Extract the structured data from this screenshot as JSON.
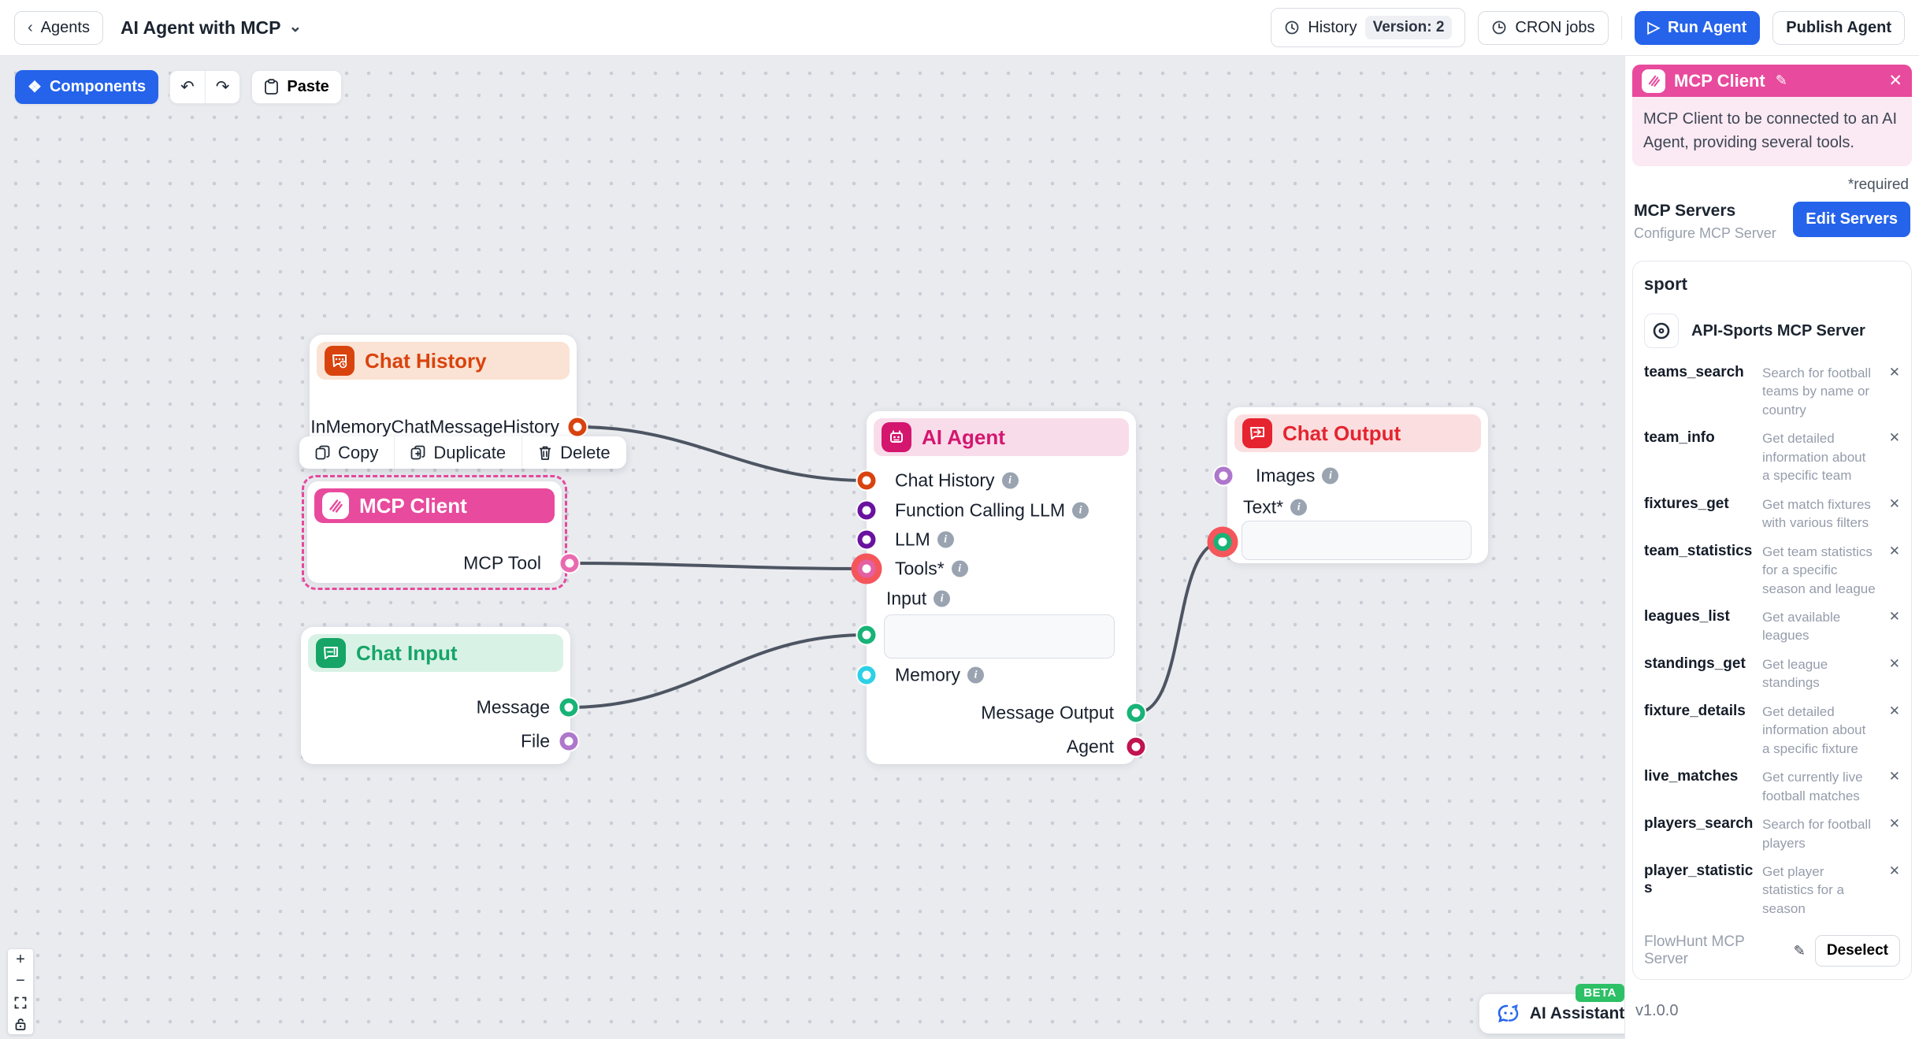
{
  "header": {
    "back_label": "Agents",
    "title": "AI Agent with MCP",
    "history_label": "History",
    "version_label": "Version: 2",
    "cron_label": "CRON jobs",
    "run_label": "Run Agent",
    "publish_label": "Publish Agent"
  },
  "toolbar": {
    "components_label": "Components",
    "paste_label": "Paste"
  },
  "context_menu": {
    "copy": "Copy",
    "duplicate": "Duplicate",
    "delete": "Delete"
  },
  "nodes": {
    "chat_history": {
      "title": "Chat History",
      "output": "InMemoryChatMessageHistory"
    },
    "mcp_client": {
      "title": "MCP Client",
      "output": "MCP Tool"
    },
    "chat_input": {
      "title": "Chat Input",
      "outputs": {
        "message": "Message",
        "file": "File"
      }
    },
    "ai_agent": {
      "title": "AI Agent",
      "inputs": {
        "chat_history": "Chat History",
        "function_calling_llm": "Function Calling LLM",
        "llm": "LLM",
        "tools": "Tools*",
        "input": "Input",
        "memory": "Memory"
      },
      "outputs": {
        "message_output": "Message Output",
        "agent": "Agent"
      }
    },
    "chat_output": {
      "title": "Chat Output",
      "inputs": {
        "images": "Images",
        "text": "Text*"
      }
    }
  },
  "sidebar": {
    "title": "MCP Client",
    "description": "MCP Client to be connected to an AI Agent, providing several tools.",
    "required_note": "*required",
    "servers_label": "MCP Servers",
    "servers_sub": "Configure MCP Server",
    "edit_servers_label": "Edit Servers",
    "group_label": "sport",
    "server_name": "API-Sports MCP Server",
    "tools": [
      {
        "name": "teams_search",
        "desc": "Search for football teams by name or country"
      },
      {
        "name": "team_info",
        "desc": "Get detailed information about a specific team"
      },
      {
        "name": "fixtures_get",
        "desc": "Get match fixtures with various filters"
      },
      {
        "name": "team_statistics",
        "desc": "Get team statistics for a specific season and league"
      },
      {
        "name": "leagues_list",
        "desc": "Get available leagues"
      },
      {
        "name": "standings_get",
        "desc": "Get league standings"
      },
      {
        "name": "fixture_details",
        "desc": "Get detailed information about a specific fixture"
      },
      {
        "name": "live_matches",
        "desc": "Get currently live football matches"
      },
      {
        "name": "players_search",
        "desc": "Search for football players"
      },
      {
        "name": "player_statistics",
        "desc": "Get player statistics for a season"
      }
    ],
    "footer_server": "FlowHunt MCP Server",
    "deselect_label": "Deselect",
    "version": "v1.0.0"
  },
  "assistant": {
    "label": "AI Assistant",
    "beta": "BETA"
  },
  "icons": {
    "back_chevron": "‹",
    "dropdown_chevron": "⌄",
    "play": "▷",
    "components": "❖",
    "undo": "↶",
    "redo": "↷",
    "close": "✕",
    "pencil": "✎",
    "plus": "+",
    "minus": "−"
  },
  "colors": {
    "accent_blue": "#2563eb",
    "mcp_pink": "#e84a9d",
    "agent_magenta": "#d4166f",
    "history_orange": "#d9430e",
    "input_green": "#16a567",
    "output_red": "#e52430",
    "port_purple_dark": "#6a12a0",
    "port_purple_light": "#ae77cb",
    "port_cyan": "#2ed0e6",
    "port_crimson": "#c0134f",
    "halo_red": "#f4565c",
    "beta_green": "#2dc066"
  }
}
